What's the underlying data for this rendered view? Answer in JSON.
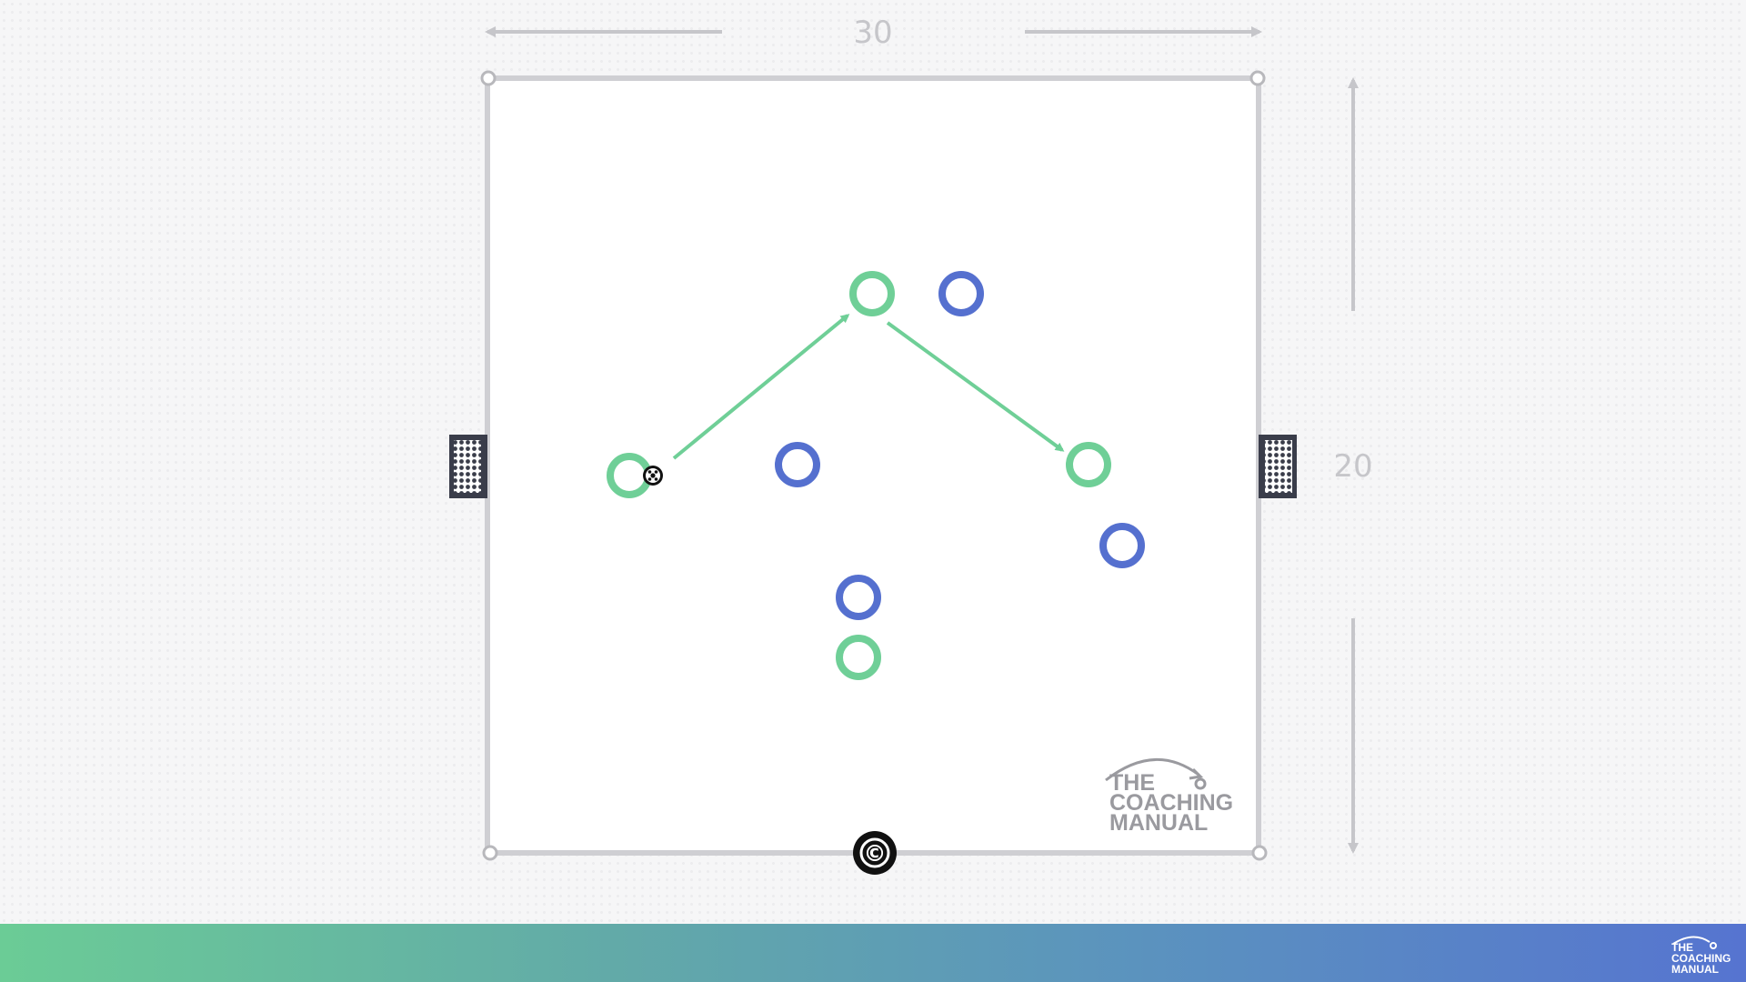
{
  "diagram": {
    "width_label": "30",
    "height_label": "20",
    "logo_lines": [
      "THE",
      "COACHING",
      "MANUAL"
    ],
    "copyright_symbol": "©",
    "colors": {
      "team_green": "#6fcf97",
      "team_blue": "#5570cf",
      "pass_arrow": "#6fcf97",
      "pitch_line": "#cfcfd3",
      "goal": "#3a3d4a",
      "dimension": "#c6c6ca"
    },
    "players": {
      "green": 4,
      "blue": 4
    },
    "passes": 2,
    "goals": 2
  },
  "footer": {
    "logo_lines": [
      "THE",
      "COACHING",
      "MANUAL"
    ]
  }
}
